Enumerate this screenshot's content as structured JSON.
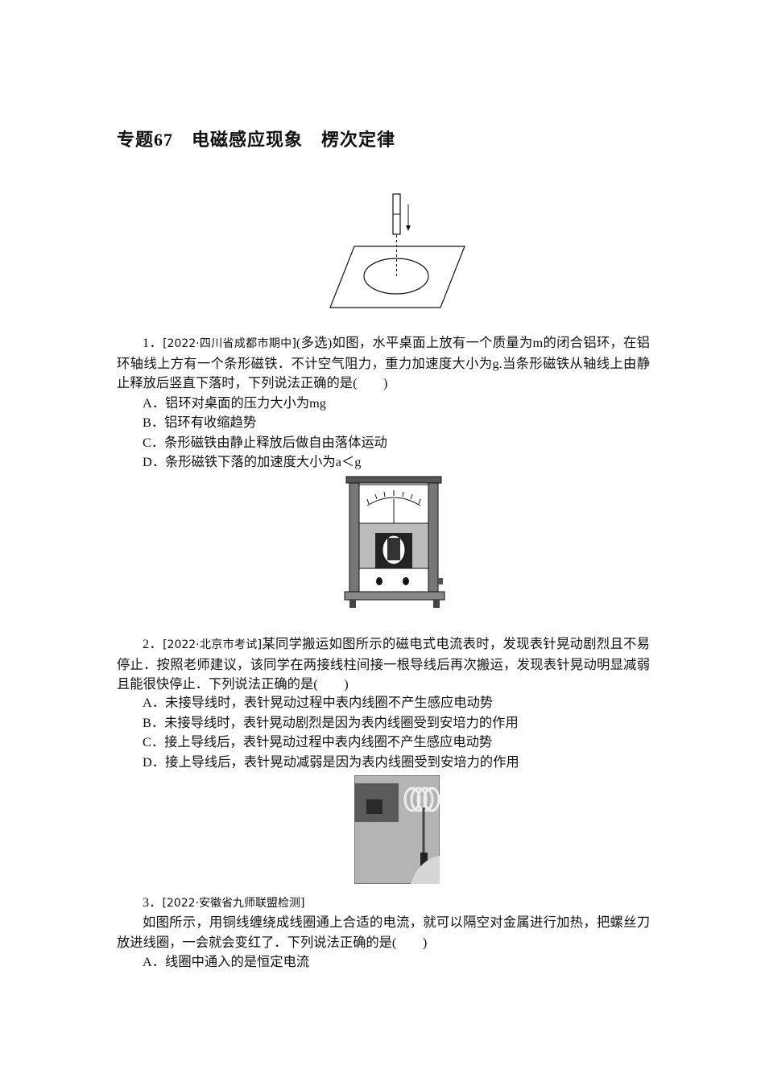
{
  "title": "专题67　电磁感应现象　楞次定律",
  "q1": {
    "num": "1．",
    "source": "[2022·四川省成都市期中]",
    "stem": "(多选)如图，水平桌面上放有一个质量为m的闭合铝环，在铝环轴线上方有一个条形磁铁．不计空气阻力，重力加速度大小为g.当条形磁铁从轴线上由静止释放后竖直下落时，下列说法正确的是(　　)",
    "options": [
      "A．铝环对桌面的压力大小为mg",
      "B．铝环有收缩趋势",
      "C．条形磁铁由静止释放后做自由落体运动",
      "D．条形磁铁下落的加速度大小为a＜g"
    ]
  },
  "q2": {
    "num": "2．",
    "source": "[2022·北京市考试]",
    "stem": "某同学搬运如图所示的磁电式电流表时，发现表针晃动剧烈且不易停止．按照老师建议，该同学在两接线柱间接一根导线后再次搬运，发现表针晃动明显减弱且能很快停止．下列说法正确的是(　　)",
    "options": [
      "A．未接导线时，表针晃动过程中表内线圈不产生感应电动势",
      "B．未接导线时，表针晃动剧烈是因为表内线圈受到安培力的作用",
      "C．接上导线后，表针晃动过程中表内线圈不产生感应电动势",
      "D．接上导线后，表针晃动减弱是因为表内线圈受到安培力的作用"
    ]
  },
  "q3": {
    "num": "3．",
    "source": "[2022·安徽省九师联盟检测]",
    "stem": "如图所示，用铜线缠绕成线圈通上合适的电流，就可以隔空对金属进行加热，把螺丝刀放进线圈，一会就会变红了．下列说法正确的是(　　)",
    "options": [
      "A．线圈中通入的是恒定电流"
    ]
  }
}
